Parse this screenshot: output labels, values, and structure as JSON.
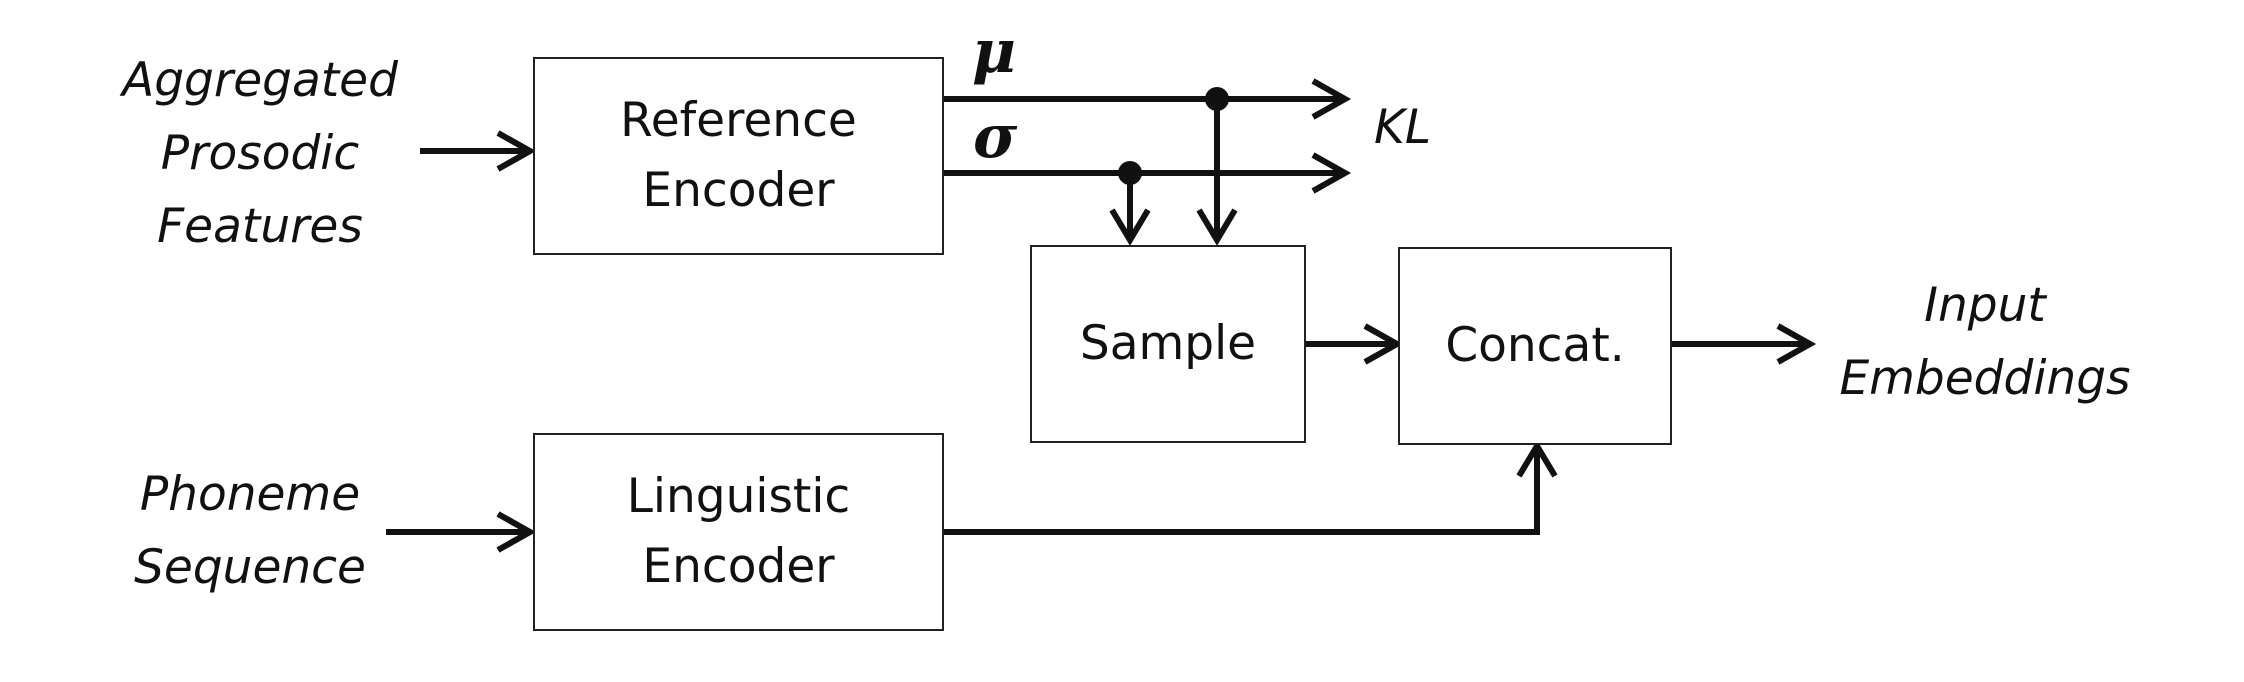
{
  "inputs": {
    "prosodic": "Aggregated\nProsodic\nFeatures",
    "phoneme": "Phoneme\nSequence"
  },
  "blocks": {
    "reference_encoder": "Reference\nEncoder",
    "linguistic_encoder": "Linguistic\nEncoder",
    "sample": "Sample",
    "concat": "Concat."
  },
  "signals": {
    "mu": "μ",
    "sigma": "σ",
    "kl": "KL"
  },
  "outputs": {
    "embeddings": "Input\nEmbeddings"
  }
}
